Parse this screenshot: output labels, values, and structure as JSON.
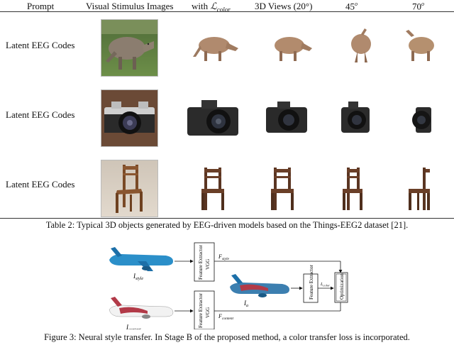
{
  "table": {
    "headers": {
      "prompt": "Prompt",
      "stimulus": "Visual Stimulus Images",
      "with_prefix": "with ",
      "with_math": "ℒ",
      "with_sub": "color",
      "views20": "3D Views (20°)",
      "deg45": "45",
      "deg70": "70",
      "deg_sup": "o"
    },
    "rows": [
      {
        "prompt": "Latent EEG Codes",
        "object": "anteater"
      },
      {
        "prompt": "Latent EEG Codes",
        "object": "camera"
      },
      {
        "prompt": "Latent EEG Codes",
        "object": "chair"
      }
    ],
    "caption": "Table 2: Typical 3D objects generated by EEG-driven models based on the Things-EEG2 dataset  [21]."
  },
  "figure3": {
    "style_label_main": "I",
    "style_label_sub": "style",
    "content_label_main": "I",
    "content_label_sub": "content",
    "output_label_main": "I",
    "output_label_sub": "a",
    "extractor_top": "Feature Extractor",
    "extractor_bottom": "VGG",
    "feat_style_main": "F",
    "feat_style_sub": "style",
    "feat_content_main": "F",
    "feat_content_sub": "content",
    "feat_box": "Feature Extractor",
    "loss_main": "L",
    "loss_sub": "color",
    "optimization": "Optimization",
    "caption": "Figure 3: Neural style transfer. In Stage B of the proposed method, a color transfer loss is incorporated."
  }
}
